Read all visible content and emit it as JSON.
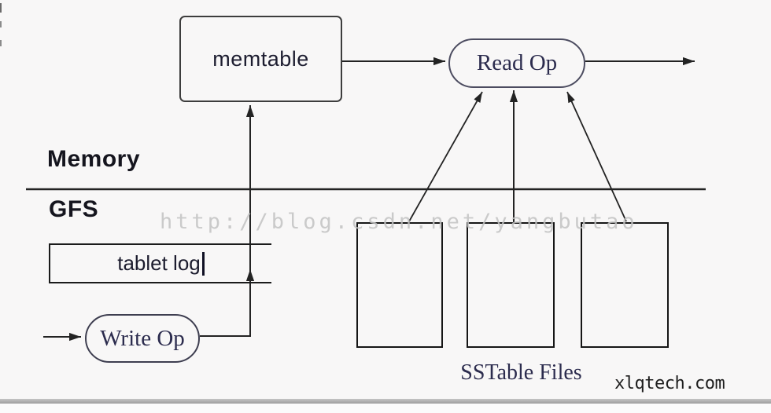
{
  "colors": {
    "bg": "#f8f7f7",
    "ink": "#232323",
    "label_dark": "#15151e",
    "serif_navy": "#2c2c4e",
    "watermark_gray": "#c3c3c3"
  },
  "regions": {
    "memory": "Memory",
    "gfs": "GFS"
  },
  "nodes": {
    "memtable": "memtable",
    "read_op": "Read Op",
    "write_op": "Write Op",
    "tablet_log": "tablet log",
    "sstable_files_caption": "SSTable Files"
  },
  "watermarks": {
    "blog_url": "http://blog.csdn.net/yangbutao",
    "site": "xlqtech.com"
  }
}
